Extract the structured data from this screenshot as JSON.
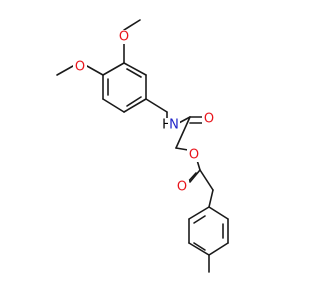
{
  "molecule": {
    "atoms": {
      "o_methoxy_top": "O",
      "o_methoxy_left": "O",
      "n_amide": "N",
      "h_amide": "H",
      "o_amide_carbonyl": "O",
      "o_ester_bridge": "O",
      "o_ester_carbonyl": "O"
    },
    "colors": {
      "bond": "#1a1a1a",
      "oxygen": "#e8141b",
      "nitrogen": "#1e22c8"
    }
  }
}
